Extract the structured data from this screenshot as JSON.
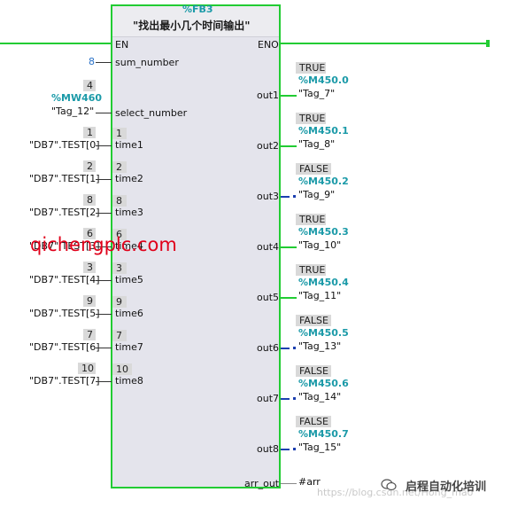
{
  "block": {
    "instance": "%FB3",
    "name": "\"找出最小几个时间输出\""
  },
  "inputs": {
    "en": "EN",
    "sum_number": {
      "pin": "sum_number",
      "value": "8"
    },
    "select_number": {
      "pin": "select_number",
      "current": "4",
      "address": "%MW460",
      "tag": "\"Tag_12\""
    },
    "times": [
      {
        "pin": "time1",
        "current": "1",
        "tag": "\"DB7\".TEST[0]"
      },
      {
        "pin": "time2",
        "current": "2",
        "tag": "\"DB7\".TEST[1]"
      },
      {
        "pin": "time3",
        "current": "8",
        "tag": "\"DB7\".TEST[2]"
      },
      {
        "pin": "time4",
        "current": "6",
        "tag": "\"DB7\".TEST[3]"
      },
      {
        "pin": "time5",
        "current": "3",
        "tag": "\"DB7\".TEST[4]"
      },
      {
        "pin": "time6",
        "current": "9",
        "tag": "\"DB7\".TEST[5]"
      },
      {
        "pin": "time7",
        "current": "7",
        "tag": "\"DB7\".TEST[6]"
      },
      {
        "pin": "time8",
        "current": "10",
        "tag": "\"DB7\".TEST[7]"
      }
    ]
  },
  "outputs": {
    "eno": "ENO",
    "outs": [
      {
        "pin": "out1",
        "state": "TRUE",
        "address": "%M450.0",
        "tag": "\"Tag_7\""
      },
      {
        "pin": "out2",
        "state": "TRUE",
        "address": "%M450.1",
        "tag": "\"Tag_8\""
      },
      {
        "pin": "out3",
        "state": "FALSE",
        "address": "%M450.2",
        "tag": "\"Tag_9\""
      },
      {
        "pin": "out4",
        "state": "TRUE",
        "address": "%M450.3",
        "tag": "\"Tag_10\""
      },
      {
        "pin": "out5",
        "state": "TRUE",
        "address": "%M450.4",
        "tag": "\"Tag_11\""
      },
      {
        "pin": "out6",
        "state": "FALSE",
        "address": "%M450.5",
        "tag": "\"Tag_13\""
      },
      {
        "pin": "out7",
        "state": "FALSE",
        "address": "%M450.6",
        "tag": "\"Tag_14\""
      },
      {
        "pin": "out8",
        "state": "FALSE",
        "address": "%M450.7",
        "tag": "\"Tag_15\""
      }
    ],
    "arr_out": {
      "pin": "arr_out",
      "tag": "#arr"
    }
  },
  "watermarks": {
    "overlay": "qichengplc.com",
    "url": "https://blog.csdn.net/Hong_mao",
    "brand": "启程自动化培训"
  },
  "colors": {
    "power_rail": "#22cc33",
    "address": "#1b9aa8",
    "false_wire": "#1c3fb0",
    "watermark": "#e0001a"
  }
}
